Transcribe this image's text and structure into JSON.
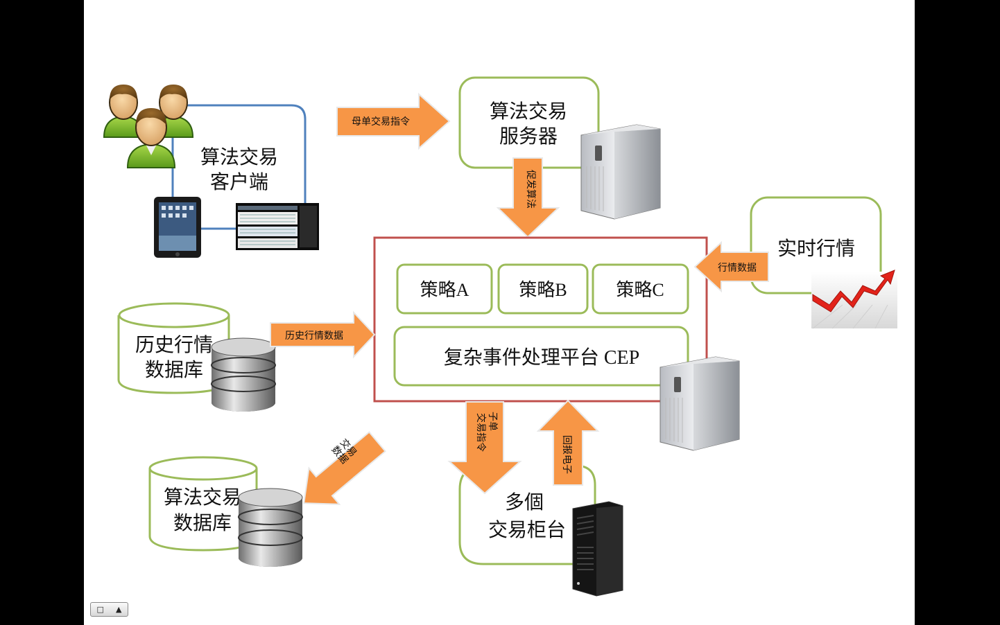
{
  "labels": {
    "client": [
      "算法交易",
      "客户端"
    ],
    "algo_server": [
      "算法交易",
      "服务器"
    ],
    "realtime": "实时行情",
    "strategy_a": "策略A",
    "strategy_b": "策略B",
    "strategy_c": "策略C",
    "cep": "复杂事件处理平台 CEP",
    "history_db": [
      "历史行情",
      "数据库"
    ],
    "algo_db": [
      "算法交易",
      "数据库"
    ],
    "counters": [
      "多個",
      "交易柜台"
    ]
  },
  "arrows": {
    "parent_order": "母单交易指令",
    "trigger_algo": "促发算法",
    "market_data": "行情数据",
    "history_data": "历史行情数据",
    "trade_data": [
      "交易",
      "数据"
    ],
    "child_order": [
      "子单",
      "交易指令"
    ],
    "callback": "回报电子"
  },
  "colors": {
    "green_border": "#9bbb59",
    "red_border": "#c0504d",
    "arrow_fill": "#f79646",
    "blue_line": "#4f81bd"
  },
  "controls": {
    "slide_icon": "slide-icon",
    "up_glyph": "▲"
  }
}
